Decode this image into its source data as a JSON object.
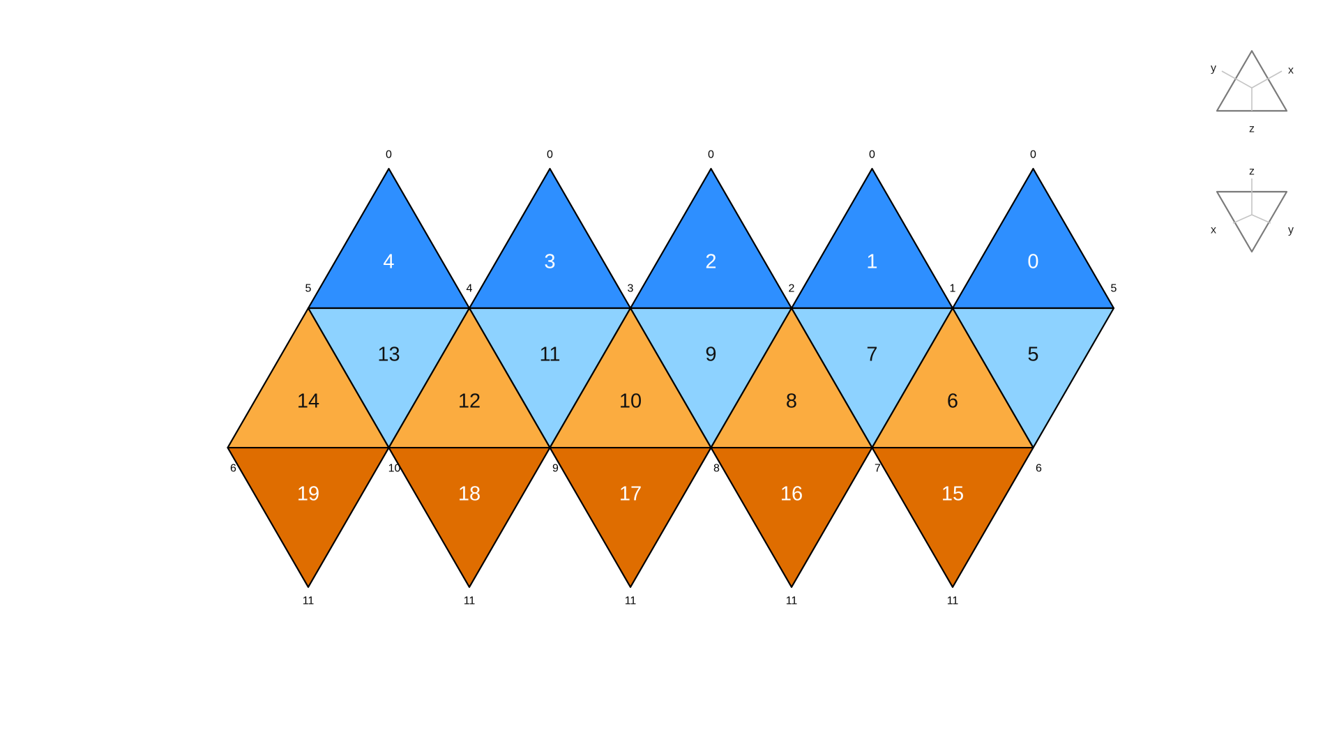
{
  "colors": {
    "top": "#2e8fff",
    "upper_middle": "#8dd2ff",
    "lower_middle": "#fbac40",
    "bottom": "#df6d00",
    "edge": "#000000",
    "legend": "#7a7a7a",
    "legend_axis": "#c4c4c4"
  },
  "faces": {
    "top": [
      {
        "label": "4",
        "vertices": [
          0,
          5,
          4
        ]
      },
      {
        "label": "3",
        "vertices": [
          0,
          4,
          3
        ]
      },
      {
        "label": "2",
        "vertices": [
          0,
          3,
          2
        ]
      },
      {
        "label": "1",
        "vertices": [
          0,
          2,
          1
        ]
      },
      {
        "label": "0",
        "vertices": [
          0,
          1,
          5
        ]
      }
    ],
    "upper_middle": [
      {
        "label": "13",
        "vertices": [
          5,
          4,
          10
        ]
      },
      {
        "label": "11",
        "vertices": [
          4,
          3,
          9
        ]
      },
      {
        "label": "9",
        "vertices": [
          3,
          2,
          8
        ]
      },
      {
        "label": "7",
        "vertices": [
          2,
          1,
          7
        ]
      },
      {
        "label": "5",
        "vertices": [
          1,
          5,
          6
        ]
      }
    ],
    "lower_middle": [
      {
        "label": "14",
        "vertices": [
          5,
          6,
          10
        ]
      },
      {
        "label": "12",
        "vertices": [
          4,
          10,
          9
        ]
      },
      {
        "label": "10",
        "vertices": [
          3,
          9,
          8
        ]
      },
      {
        "label": "8",
        "vertices": [
          2,
          8,
          7
        ]
      },
      {
        "label": "6",
        "vertices": [
          1,
          7,
          6
        ]
      }
    ],
    "bottom": [
      {
        "label": "19",
        "vertices": [
          6,
          10,
          11
        ]
      },
      {
        "label": "18",
        "vertices": [
          10,
          9,
          11
        ]
      },
      {
        "label": "17",
        "vertices": [
          9,
          8,
          11
        ]
      },
      {
        "label": "16",
        "vertices": [
          8,
          7,
          11
        ]
      },
      {
        "label": "15",
        "vertices": [
          7,
          6,
          11
        ]
      }
    ]
  },
  "vertex_labels": {
    "top_apex": [
      "0",
      "0",
      "0",
      "0",
      "0"
    ],
    "upper_row": [
      "5",
      "4",
      "3",
      "2",
      "1",
      "5"
    ],
    "lower_row": [
      "6",
      "10",
      "9",
      "8",
      "7",
      "6"
    ],
    "bottom_apex": [
      "11",
      "11",
      "11",
      "11",
      "11"
    ]
  },
  "legend": {
    "upward": {
      "x": "x",
      "y": "y",
      "z": "z"
    },
    "downward": {
      "x": "x",
      "y": "y",
      "z": "z"
    }
  }
}
